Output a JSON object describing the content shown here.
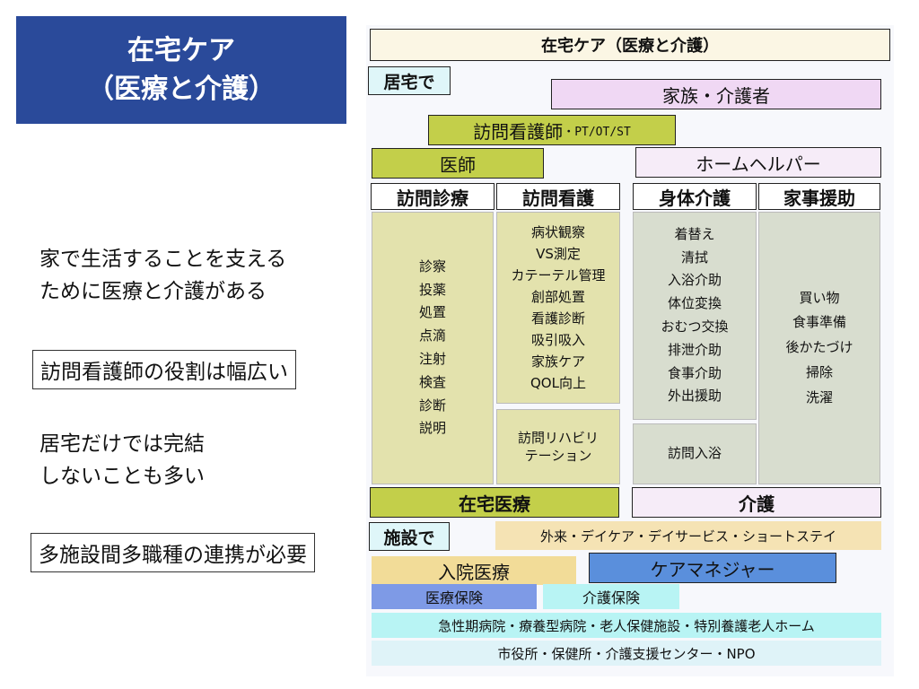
{
  "title": {
    "line1": "在宅ケア",
    "line2": "（医療と介護）"
  },
  "notes": {
    "support_line1": "家で生活することを支える",
    "support_line2": "ために医療と介護がある",
    "nurse_role": "訪問看護師の役割は幅広い",
    "home_incomplete_line1": "居宅だけでは完結",
    "home_incomplete_line2": "しないことも多い",
    "cooperation": "多施設間多職種の連携が必要"
  },
  "diagram": {
    "header": "在宅ケア（医療と介護）",
    "at_home": "居宅で",
    "family": "家族・介護者",
    "visiting_nurse": "訪問看護師",
    "therapists": "・PT/OT/ST",
    "doctor": "医師",
    "home_helper": "ホームヘルパー",
    "columns": {
      "home_visit_medical": {
        "label": "訪問診療",
        "items": [
          "診察",
          "投薬",
          "処置",
          "点滴",
          "注射",
          "検査",
          "診断",
          "説明"
        ]
      },
      "home_visit_nursing": {
        "label": "訪問看護",
        "items": [
          "病状観察",
          "VS測定",
          "カテーテル管理",
          "創部処置",
          "看護診断",
          "吸引吸入",
          "家族ケア",
          "QOL向上"
        ]
      },
      "rehab": {
        "line1": "訪問リハビリ",
        "line2": "テーション"
      },
      "physical_care": {
        "label": "身体介護",
        "items": [
          "着替え",
          "清拭",
          "入浴介助",
          "体位変換",
          "おむつ交換",
          "排泄介助",
          "食事介助",
          "外出援助"
        ]
      },
      "bathing": "訪問入浴",
      "housework": {
        "label": "家事援助",
        "items": [
          "買い物",
          "食事準備",
          "後かたづけ",
          "掃除",
          "洗濯"
        ]
      }
    },
    "home_medical": "在宅医療",
    "care": "介護",
    "at_facility": "施設で",
    "day_services": "外来・デイケア・デイサービス・ショートステイ",
    "hospital_care": "入院医療",
    "care_manager": "ケアマネジャー",
    "medical_insurance": "医療保険",
    "care_insurance": "介護保険",
    "facilities": "急性期病院・療養型病院・老人保健施設・特別養護老人ホーム",
    "public_orgs": "市役所・保健所・介護支援センター・NPO"
  },
  "colors": {
    "title_bg": "#2a4a9a",
    "olive": "#c3cf4a",
    "olive_light": "#e3e2ad",
    "sage": "#d8ddcf",
    "lavender": "#f0d8f4",
    "lavender_light": "#f6ecf8",
    "cream": "#fbf6e4",
    "cyan_light": "#dff6f9",
    "blue": "#5a8fdc",
    "steel_blue": "#7e9ae6",
    "aqua": "#b8f4f4",
    "tan": "#f2dc98",
    "sand": "#f5e3b4",
    "pale_blue": "#dff3f8"
  }
}
